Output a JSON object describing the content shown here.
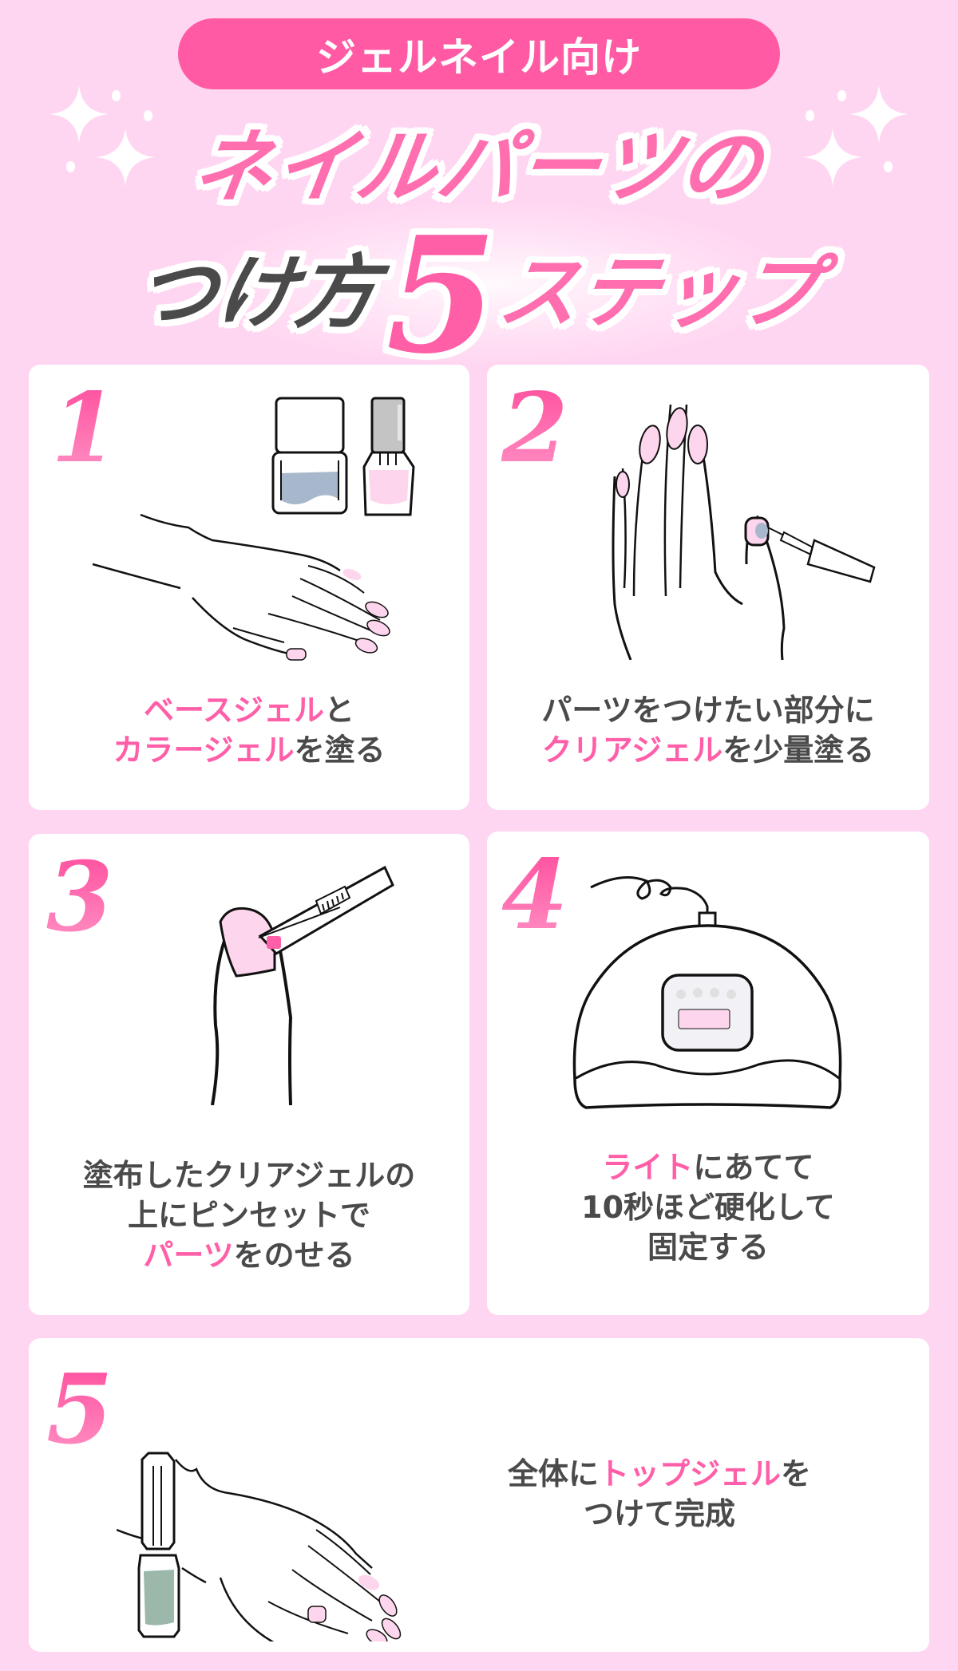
{
  "header": {
    "badge": "ジェルネイル向け",
    "title_line1": "ネイルパーツの",
    "title_line2_dark": "つけ方",
    "title_line2_number": "5",
    "title_line2_pink": "ステップ"
  },
  "colors": {
    "background": "#ffd6f1",
    "accent_pink": "#ff5aa3",
    "highlight_text": "#ff5ea8",
    "body_text": "#4a4a4a",
    "card": "#ffffff",
    "nail_pink": "#fdd5ec",
    "base_gel_blue": "#a8b8cc",
    "top_gel_green": "#9bb8aa",
    "cap_gray": "#c4c4c4"
  },
  "steps": [
    {
      "number": "1",
      "illustration": "hand-with-gel-bottles",
      "lines": [
        [
          {
            "text": "ベースジェル",
            "hl": true
          },
          {
            "text": "と",
            "hl": false
          }
        ],
        [
          {
            "text": "カラージェル",
            "hl": true
          },
          {
            "text": "を塗る",
            "hl": false
          }
        ]
      ]
    },
    {
      "number": "2",
      "illustration": "hand-applying-clear-gel-brush",
      "lines": [
        [
          {
            "text": "パーツをつけたい部分に",
            "hl": false
          }
        ],
        [
          {
            "text": "クリアジェル",
            "hl": true
          },
          {
            "text": "を少量塗る",
            "hl": false
          }
        ]
      ]
    },
    {
      "number": "3",
      "illustration": "finger-with-tweezers",
      "lines": [
        [
          {
            "text": "塗布したクリアジェルの",
            "hl": false
          }
        ],
        [
          {
            "text": "上にピンセットで",
            "hl": false
          }
        ],
        [
          {
            "text": "パーツ",
            "hl": true
          },
          {
            "text": "をのせる",
            "hl": false
          }
        ]
      ]
    },
    {
      "number": "4",
      "illustration": "uv-led-lamp",
      "lines": [
        [
          {
            "text": "ライト",
            "hl": true
          },
          {
            "text": "にあてて",
            "hl": false
          }
        ],
        [
          {
            "text": "10秒ほど硬化して",
            "hl": false
          }
        ],
        [
          {
            "text": "固定する",
            "hl": false
          }
        ]
      ]
    },
    {
      "number": "5",
      "illustration": "hand-with-top-gel-bottle",
      "lines": [
        [
          {
            "text": "全体に",
            "hl": false
          },
          {
            "text": "トップジェル",
            "hl": true
          },
          {
            "text": "を",
            "hl": false
          }
        ],
        [
          {
            "text": "つけて完成",
            "hl": false
          }
        ]
      ]
    }
  ]
}
